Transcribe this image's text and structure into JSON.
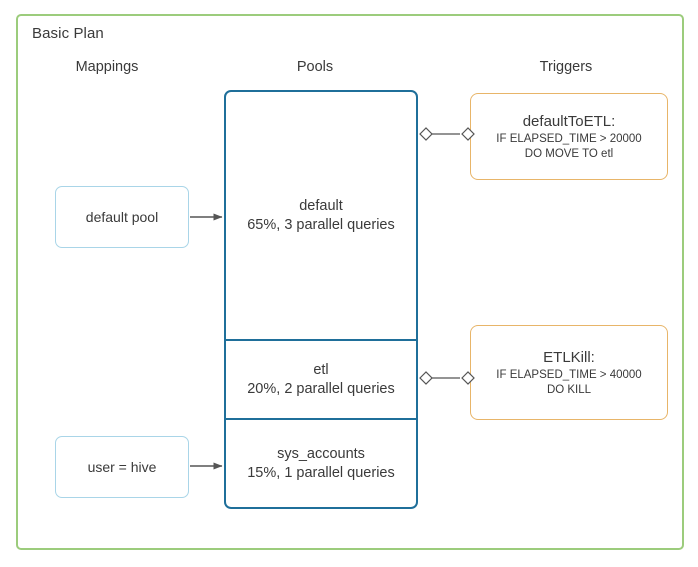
{
  "plan": {
    "title": "Basic Plan",
    "frame_color": "#9ccc7c"
  },
  "columns": {
    "mappings_label": "Mappings",
    "pools_label": "Pools",
    "triggers_label": "Triggers"
  },
  "mappings": [
    {
      "label": "default pool",
      "border_color": "#a9d5e8"
    },
    {
      "label": "user = hive",
      "border_color": "#a9d5e8"
    }
  ],
  "pools": [
    {
      "name": "default",
      "detail": "65%, 3 parallel queries",
      "allocation": "65%",
      "parallel_queries": "3",
      "border_color": "#1f6f9a"
    },
    {
      "name": "etl",
      "detail": "20%, 2 parallel queries",
      "allocation": "20%",
      "parallel_queries": "2",
      "border_color": "#1f6f9a"
    },
    {
      "name": "sys_accounts",
      "detail": "15%, 1 parallel queries",
      "allocation": "15%",
      "parallel_queries": "1",
      "border_color": "#1f6f9a"
    }
  ],
  "triggers": [
    {
      "name": "defaultToETL:",
      "condition": "IF ELAPSED_TIME > 20000",
      "action": "DO MOVE TO etl",
      "border_color": "#e8b569"
    },
    {
      "name": "ETLKill:",
      "condition": "IF ELAPSED_TIME > 40000",
      "action": "DO KILL",
      "border_color": "#e8b569"
    }
  ],
  "connectors": {
    "arrow_color": "#555555",
    "link_color": "#555555",
    "mapping_to_pool": [
      {
        "from": "default pool",
        "to": "default",
        "type": "arrow"
      },
      {
        "from": "user = hive",
        "to": "sys_accounts",
        "type": "arrow"
      }
    ],
    "pool_to_trigger": [
      {
        "from": "default",
        "to": "defaultToETL:",
        "type": "diamond-link"
      },
      {
        "from": "etl",
        "to": "ETLKill:",
        "type": "diamond-link"
      }
    ]
  }
}
